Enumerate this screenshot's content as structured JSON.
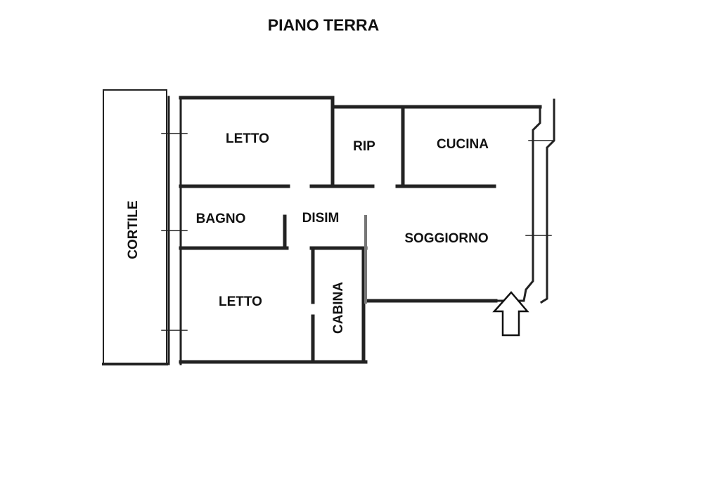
{
  "title": "PIANO TERRA",
  "rooms": {
    "letto_top": "LETTO",
    "rip": "RIP",
    "cucina": "CUCINA",
    "bagno": "BAGNO",
    "disim": "DISIM",
    "soggiorno": "SOGGIORNO",
    "letto_bottom": "LETTO",
    "cabina": "CABINA",
    "cortile": "CORTILE"
  },
  "icons": {
    "entrance": "up-arrow-icon"
  }
}
